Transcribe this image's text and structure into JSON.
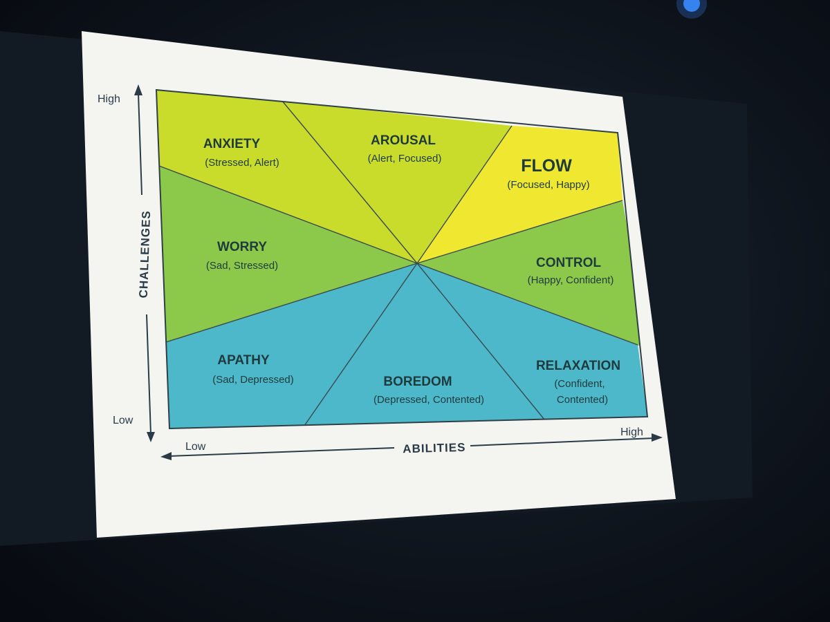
{
  "axes": {
    "y_title": "CHALLENGES",
    "y_high": "High",
    "y_low": "Low",
    "x_title": "ABILITIES",
    "x_low": "Low",
    "x_high": "High"
  },
  "zones": {
    "anxiety": {
      "title": "ANXIETY",
      "subtitle": "(Stressed, Alert)",
      "color": "#c9dc2c"
    },
    "arousal": {
      "title": "AROUSAL",
      "subtitle": "(Alert, Focused)",
      "color": "#c9dc2c"
    },
    "flow": {
      "title": "FLOW",
      "subtitle": "(Focused, Happy)",
      "color": "#f0e830"
    },
    "worry": {
      "title": "WORRY",
      "subtitle": "(Sad, Stressed)",
      "color": "#8cc84a"
    },
    "control": {
      "title": "CONTROL",
      "subtitle": "(Happy, Confident)",
      "color": "#8cc84a"
    },
    "apathy": {
      "title": "APATHY",
      "subtitle": "(Sad, Depressed)",
      "color": "#4cb8c9"
    },
    "boredom": {
      "title": "BOREDOM",
      "subtitle": "(Depressed, Contented)",
      "color": "#4cb8c9"
    },
    "relaxation": {
      "title": "RELAXATION",
      "subtitle_line1": "(Confident,",
      "subtitle_line2": "Contented)",
      "color": "#4cb8c9"
    }
  },
  "colors": {
    "slide_background": "#f4f5f1",
    "room_background": "#0b0f16",
    "divider_lines": "#3a4a4f",
    "border": "#2f3f46"
  }
}
